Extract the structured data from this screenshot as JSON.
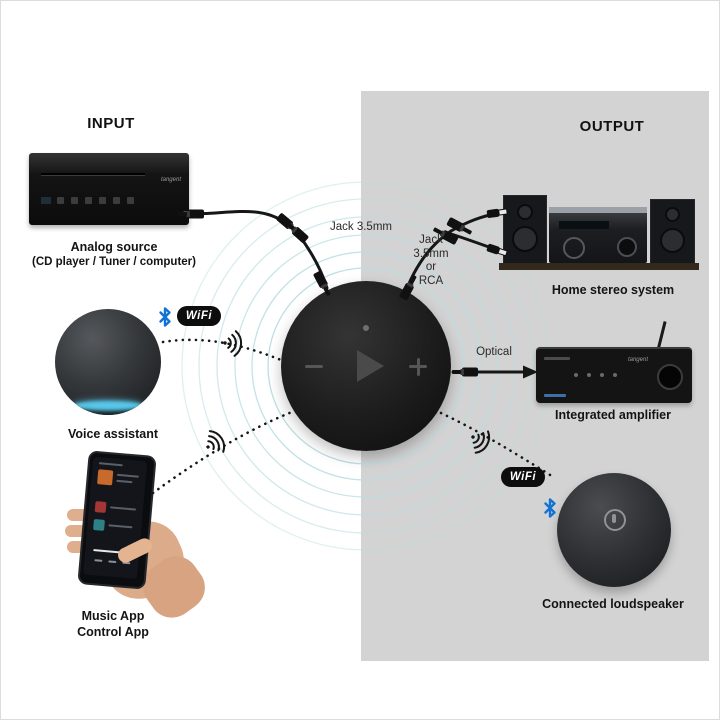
{
  "sections": {
    "input": "INPUT",
    "output": "OUTPUT"
  },
  "connections": {
    "jack_35": "Jack 3.5mm",
    "jack_35_or_rca": [
      "Jack",
      "3.5mm",
      "or",
      "RCA"
    ],
    "optical": "Optical",
    "wifi_badge": "WiFi"
  },
  "devices": {
    "analog_source": {
      "label": "Analog source",
      "sublabel": "(CD player / Tuner / computer)",
      "brand": "tangent"
    },
    "voice_assistant": {
      "label": "Voice assistant"
    },
    "music_app": {
      "label1": "Music App",
      "label2": "Control App"
    },
    "home_stereo": {
      "label": "Home stereo system"
    },
    "integrated_amplifier": {
      "label": "Integrated amplifier",
      "brand": "tangent"
    },
    "connected_loudspeaker": {
      "label": "Connected loudspeaker"
    }
  },
  "colors": {
    "panel_gray": "#d3d3d3",
    "ring_teal": "#b9dde0",
    "line_black": "#161616",
    "bluetooth_blue": "#1273d4",
    "echo_glow": "#58c6e8"
  }
}
